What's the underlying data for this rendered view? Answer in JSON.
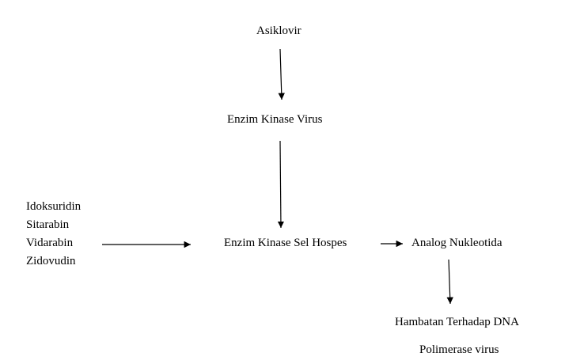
{
  "diagram": {
    "asiklovir": "Asiklovir",
    "enzim_kinase_virus": "Enzim Kinase Virus",
    "enzim_kinase_sel_hospes": "Enzim Kinase Sel Hospes",
    "analog_nukleotida": "Analog Nukleotida",
    "hambatan_line1": "Hambatan Terhadap DNA",
    "hambatan_line2": "Polimerase virus",
    "drugs": [
      "Idoksuridin",
      "Sitarabin",
      "Vidarabin",
      "Zidovudin"
    ]
  }
}
